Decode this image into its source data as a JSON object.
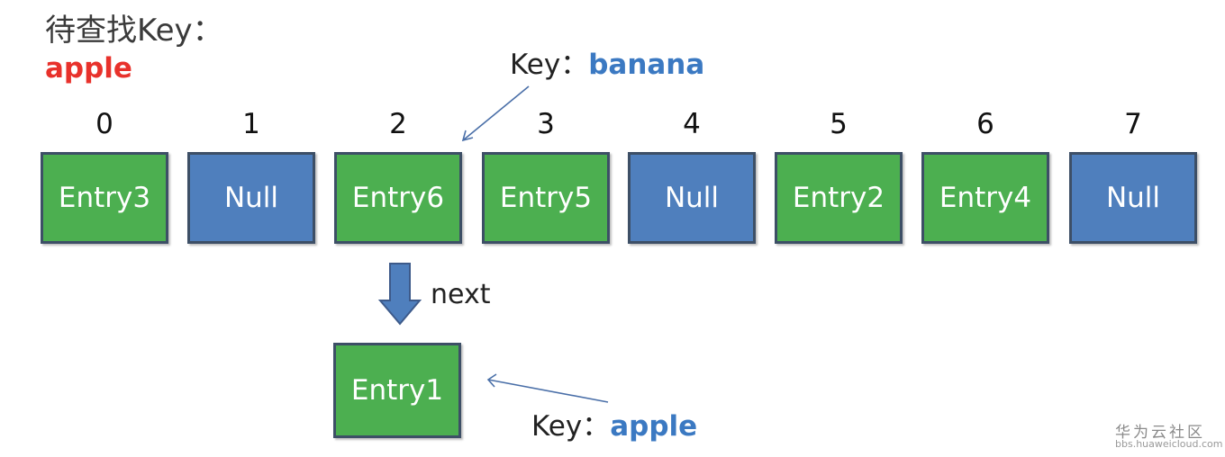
{
  "title": "待查找Key：",
  "search_key": "apple",
  "indices": [
    "0",
    "1",
    "2",
    "3",
    "4",
    "5",
    "6",
    "7"
  ],
  "cells": [
    "Entry3",
    "Null",
    "Entry6",
    "Entry5",
    "Null",
    "Entry2",
    "Entry4",
    "Null"
  ],
  "cell_types": [
    "entry",
    "null",
    "entry",
    "entry",
    "null",
    "entry",
    "entry",
    "null"
  ],
  "chain_entry": "Entry1",
  "next_label": "next",
  "key_label_top": {
    "prefix": "Key：",
    "value": "banana"
  },
  "key_label_bottom": {
    "prefix": "Key：",
    "value": "apple"
  },
  "watermark": {
    "site": "华为云社区",
    "url": "bbs.huaweicloud.com"
  },
  "colors": {
    "entry_fill": "#4caf50",
    "null_fill": "#4f7fbd",
    "search_key": "#e8312b",
    "key_value": "#3b79c2",
    "arrow": "#4a6fa8"
  }
}
